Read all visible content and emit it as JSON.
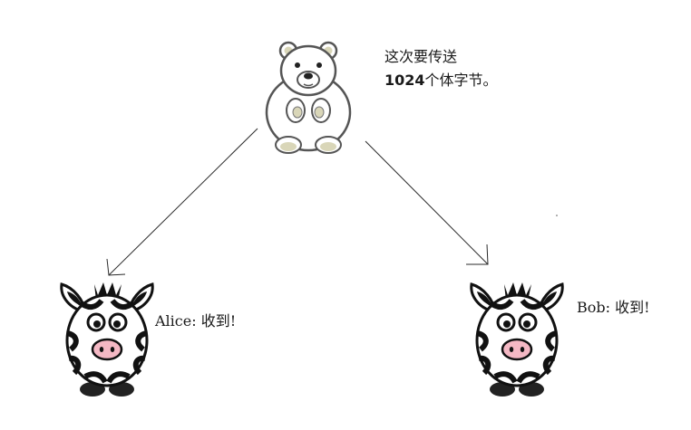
{
  "sender": {
    "message_line1": "这次要传送",
    "message_line2_number": "1024",
    "message_line2_rest": "个体字节。"
  },
  "receivers": [
    {
      "caption": "Alice: 收到!"
    },
    {
      "caption": "Bob: 收到!"
    }
  ],
  "colors": {
    "line": "#2a2a2a",
    "bear_fill": "#ffffff",
    "bear_paw": "#d9d6b8",
    "zebra_stripe": "#111111",
    "zebra_nose": "#f4b8c4"
  }
}
